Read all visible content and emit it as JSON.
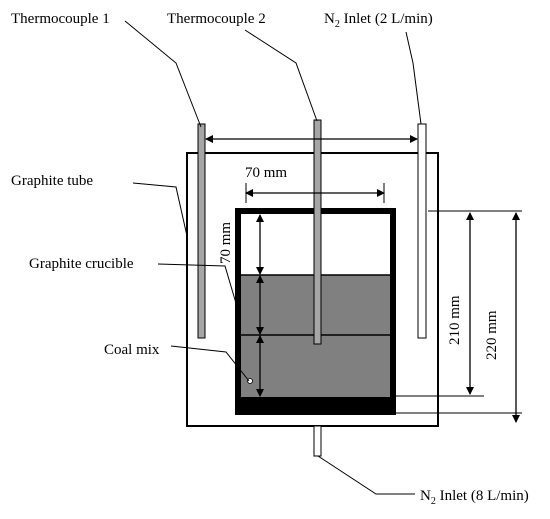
{
  "labels": {
    "thermocouple_1": "Thermocouple 1",
    "thermocouple_2": "Thermocouple 2",
    "inlet_top_prefix": "N",
    "inlet_top_sub": "2",
    "inlet_top_suffix": " Inlet (2 L/min)",
    "graphite_tube": "Graphite tube",
    "graphite_crucible": "Graphite crucible",
    "coal_mix": "Coal mix",
    "inlet_bottom_prefix": "N",
    "inlet_bottom_sub": "2",
    "inlet_bottom_suffix": " Inlet (8 L/min)"
  },
  "dimensions": {
    "crucible_width": "70 mm",
    "spacing_vertical": "70 mm",
    "crucible_height": "210 mm",
    "tube_height": "220 mm"
  },
  "colors": {
    "line": "#000000",
    "coal_fill": "#808080",
    "rod_fill": "#a6a6a6",
    "crucible_wall": "#000000"
  }
}
